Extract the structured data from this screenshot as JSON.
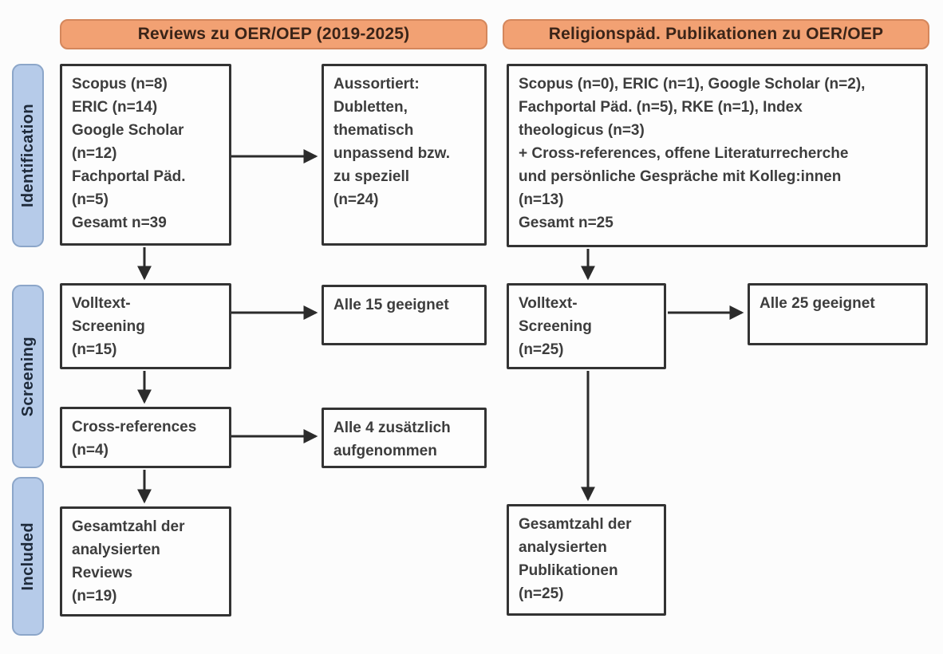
{
  "headers": {
    "left": "Reviews zu OER/OEP (2019-2025)",
    "right": "Religionspäd. Publikationen zu OER/OEP"
  },
  "stages": {
    "identification": "Identification",
    "screening": "Screening",
    "included": "Included"
  },
  "left_flow": {
    "sources": "Scopus (n=8)\nERIC (n=14)\nGoogle Scholar\n(n=12)\nFachportal Päd.\n(n=5)\nGesamt n=39",
    "excluded": "Aussortiert:\nDubletten,\nthematisch\nunpassend bzw.\nzu speziell\n(n=24)",
    "fulltext_screening": "Volltext-\nScreening\n(n=15)",
    "fulltext_result": "Alle 15 geeignet",
    "crossrefs": "Cross-references\n(n=4)",
    "crossrefs_result": "Alle 4 zusätzlich\naufgenommen",
    "total": "Gesamtzahl der\nanalysierten\nReviews\n(n=19)"
  },
  "right_flow": {
    "sources": "Scopus (n=0), ERIC (n=1), Google Scholar (n=2),\nFachportal Päd. (n=5), RKE (n=1), Index\ntheologicus (n=3)\n+ Cross-references, offene Literaturrecherche\nund persönliche Gespräche mit Kolleg:innen\n(n=13)\nGesamt n=25",
    "fulltext_screening": "Volltext-\nScreening\n(n=25)",
    "fulltext_result": "Alle 25 geeignet",
    "total": "Gesamtzahl der\nanalysierten\nPublikationen\n(n=25)"
  },
  "colors": {
    "header_fill": "#F2A173",
    "header_border": "#D4875C",
    "header_text": "#3A2418",
    "stage_fill": "#B6CBE9",
    "stage_border": "#8CA6C9",
    "stage_text": "#1E2A3A",
    "box_border": "#333333",
    "box_text": "#3D3D3D",
    "arrow": "#2B2B2B"
  }
}
